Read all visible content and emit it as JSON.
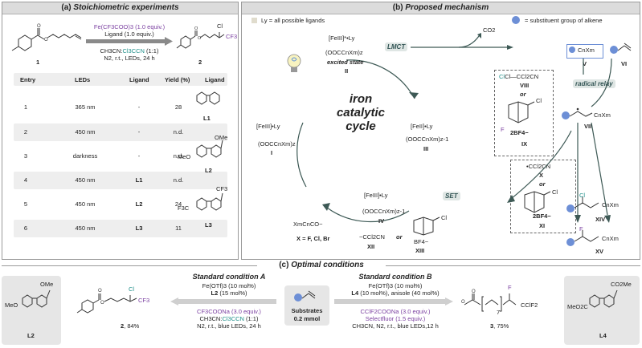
{
  "panel_a": {
    "title_label": "(a)",
    "title_text": "Stoichiometric experiments",
    "reagent_line1": "Fe(CF3COO)3 (1.0 equiv.)",
    "reagent_line2": "Ligand (1.0 equiv.)",
    "reagent_line3a": "CH3CN:",
    "reagent_line3b": "Cl3CCN",
    "reagent_line3c": " (1:1)",
    "reagent_line4": "N2, r.t., LEDs, 24 h",
    "sm_label": "1",
    "prod_label": "2",
    "prod_cl": "Cl",
    "prod_cf3": "CF3",
    "headers": [
      "Entry",
      "LEDs",
      "Ligand",
      "Yield (%)",
      "Ligand"
    ],
    "rows": [
      {
        "entry": "1",
        "leds": "365 nm",
        "ligand": "-",
        "yield": "28"
      },
      {
        "entry": "2",
        "leds": "450 nm",
        "ligand": "-",
        "yield": "n.d."
      },
      {
        "entry": "3",
        "leds": "darkness",
        "ligand": "-",
        "yield": "n.d."
      },
      {
        "entry": "4",
        "leds": "450 nm",
        "ligand": "L1",
        "yield": "n.d."
      },
      {
        "entry": "5",
        "leds": "450 nm",
        "ligand": "L2",
        "yield": "24"
      },
      {
        "entry": "6",
        "leds": "450 nm",
        "ligand": "L3",
        "yield": "11"
      }
    ],
    "ligand_labels": [
      "L1",
      "L2",
      "L3"
    ],
    "l2_sub_top": "OMe",
    "l2_sub_left": "MeO",
    "l3_sub_top": "CF3",
    "l3_sub_left": "F3C"
  },
  "panel_b": {
    "title_label": "(b)",
    "title_text": "Proposed mechanism",
    "legend_ligand": "Ly = all possible ligands",
    "legend_sub": "= substituent group of alkene",
    "cycle_title": [
      "iron",
      "catalytic",
      "cycle"
    ],
    "excited": "excited state",
    "species_II_top": "[FeIII]*•Ly",
    "species_II_bot": "(OOCCnXm)z",
    "species_I_top": "[FeIII]•Ly",
    "species_I_bot": "(OOCCnXm)z",
    "species_III_top": "[FeII]•Ly",
    "species_III_bot": "(OOCCnXm)z-1",
    "species_IV_top": "[FeIII]•Ly",
    "species_IV_bot": "(OOCCnXm)z-1",
    "roman": [
      "I",
      "II",
      "III",
      "IV",
      "V",
      "VI",
      "VII",
      "VIII",
      "IX",
      "X",
      "XI",
      "XII",
      "XIII",
      "XIV",
      "XV"
    ],
    "lmct": "LMCT",
    "set": "SET",
    "co2": "CO2",
    "cnxm": "CnXm",
    "radical_relay": "radical relay",
    "viii": "Cl—CCl2CN",
    "or": "or",
    "bf4": "2BF4−",
    "x_species": "•CCl2CN",
    "xii": "−CCl2CN",
    "xiii_bf4": "BF4−",
    "carboxylate": "XmCnCO−",
    "x_def": "X = F, Cl, Br",
    "cl": "Cl",
    "f": "F"
  },
  "panel_c": {
    "title_label": "(c)",
    "title_text": "Optimal conditions",
    "condA_title": "Standard condition A",
    "condA_l1": "Fe(OTf)3 (10 mol%)",
    "condA_l2a": "L2",
    "condA_l2b": " (15 mol%)",
    "condA_l3": "CF3COONa (3.0 equiv.)",
    "condA_l4a": "CH3CN:",
    "condA_l4b": "Cl3CCN",
    "condA_l4c": " (1:1)",
    "condA_l5": "N2, r.t., blue LEDs, 24 h",
    "condB_title": "Standard condition B",
    "condB_l1": "Fe(OTf)3 (10 mol%)",
    "condB_l2a": "L4",
    "condB_l2b": " (10 mol%), anisole (40 mol%)",
    "condB_l3": "CClF2COONa (3.0 equiv.)",
    "condB_l4": "Selectfluor (1.5 equiv.)",
    "condB_l5": "CH3CN, N2, r.t., blue LEDs,12 h",
    "substrates": "Substrates",
    "amount": "0.2 mmol",
    "prod2": "2",
    "prod2_yield": ", 84%",
    "prod3": "3",
    "prod3_yield": ", 75%",
    "l2": "L2",
    "l4": "L4",
    "meo": "MeO",
    "ome": "OMe",
    "meo2c": "MeO2C",
    "co2me": "CO2Me",
    "cl": "Cl",
    "cf3": "CF3",
    "f": "F",
    "cclf2": "CClF2",
    "seven": "7"
  }
}
